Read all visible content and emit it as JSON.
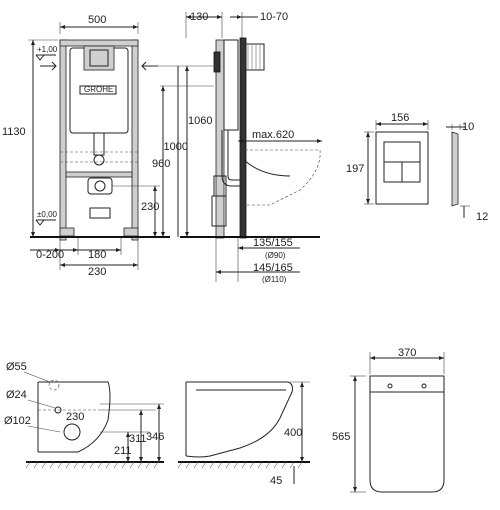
{
  "frame_front": {
    "width_label": "500",
    "height_label": "1130",
    "top_offset_label": "+1,00",
    "floor_label": "±0,00",
    "brand_label": "GROHE",
    "d230": "230",
    "d0_200": "0-200",
    "d180": "180",
    "d230_bottom": "230"
  },
  "frame_side": {
    "d130": "130",
    "d10_70": "10-70",
    "d1060": "1060",
    "d1000": "1000",
    "d960": "960",
    "max_label": "max.620",
    "d135_155": "135/155",
    "d90": "(Ø90)",
    "d145_165": "145/165",
    "d110": "(Ø110)"
  },
  "plate": {
    "width_label": "156",
    "height_label": "197",
    "depth_label": "10",
    "bottom_label": "12"
  },
  "bowl_side": {
    "d55": "Ø55",
    "d24": "Ø24",
    "d230": "230",
    "d102": "Ø102",
    "d211": "211",
    "d311": "311",
    "d346": "346"
  },
  "bowl_profile": {
    "d400": "400",
    "d45": "45"
  },
  "bowl_top": {
    "width_label": "370",
    "length_label": "565"
  }
}
